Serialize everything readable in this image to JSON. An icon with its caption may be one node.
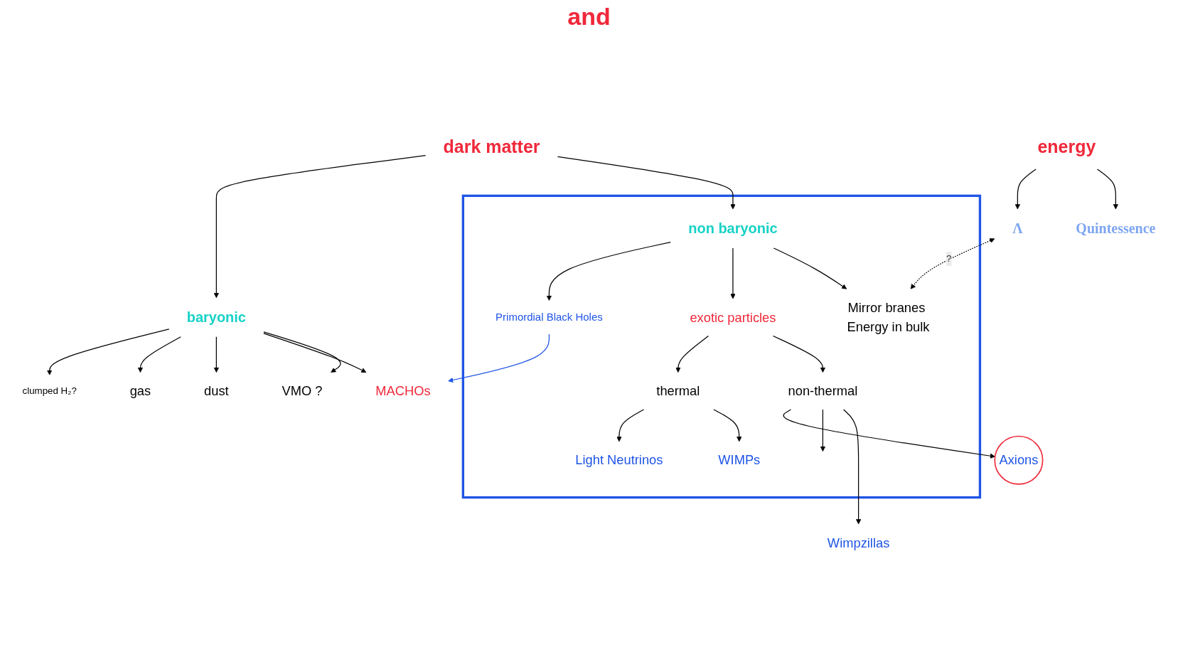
{
  "diagram": {
    "nodes": [
      {
        "text": [
          "dark matter"
        ]
      },
      {
        "text": [
          "energy"
        ]
      },
      {
        "text": [
          "baryonic"
        ]
      },
      {
        "text": [],
        "shape": "trapezoid"
      },
      {
        "text": [
          "non baryonic"
        ],
        "in": 3
      },
      {
        "text": [
          "Λ"
        ]
      },
      {
        "text": [
          "Quintessence"
        ]
      },
      {
        "text": [
          "clumped H₂?"
        ]
      },
      {
        "text": [
          "gas"
        ]
      },
      {
        "text": [
          "dust"
        ]
      },
      {
        "text": [
          "VMO ?"
        ]
      },
      {
        "text": [
          "MACHOs"
        ]
      },
      {
        "text": [
          "Primordial Black Holes"
        ],
        "in": 3
      },
      {
        "text": [
          "exotic particles"
        ],
        "in": 3
      },
      {
        "text": [
          "Mirror branes Energy in bulk"
        ],
        "in": 3
      },
      {
        "text": [
          "thermal"
        ],
        "in": 3
      },
      {
        "text": [
          "non-thermal"
        ],
        "in": 3
      },
      {
        "text": [
          "Light Neutrinos"
        ],
        "in": 3
      },
      {
        "text": [
          "WIMPs"
        ],
        "in": 3
      },
      {
        "text": [
          "Axions"
        ]
      },
      {
        "text": [
          "Wimpzillas"
        ]
      }
    ],
    "edges": [
      {
        "from": 0,
        "to": 2,
        "arrow": "to"
      },
      {
        "from": 0,
        "to": 4,
        "arrow": "to"
      },
      {
        "from": 1,
        "to": 5,
        "arrow": "to"
      },
      {
        "from": 1,
        "to": 6,
        "arrow": "to"
      },
      {
        "from": 2,
        "to": 7,
        "arrow": "to"
      },
      {
        "from": 2,
        "to": 8,
        "arrow": "to"
      },
      {
        "from": 2,
        "to": 9,
        "arrow": "to"
      },
      {
        "from": 2,
        "to": 11,
        "arrow": "to"
      },
      {
        "from": 2,
        "to": 10,
        "arrow": "to"
      },
      {
        "from": 12,
        "to": 11,
        "arrow": "to",
        "color": "#1f55e6"
      },
      {
        "from": 4,
        "to": 12,
        "arrow": "to"
      },
      {
        "from": 4,
        "to": 13,
        "arrow": "to"
      },
      {
        "from": 4,
        "to": 14,
        "arrow": "to"
      },
      {
        "from": 5,
        "to": 14,
        "arrow": "both",
        "style": "dashed",
        "label": "?"
      },
      {
        "from": 13,
        "to": 15,
        "arrow": "to"
      },
      {
        "from": 13,
        "to": 16,
        "arrow": "to"
      },
      {
        "from": 15,
        "to": 17,
        "arrow": "to"
      },
      {
        "from": 15,
        "to": 18,
        "arrow": "to"
      },
      {
        "from": 16,
        "to": 19,
        "arrow": "to"
      },
      {
        "from": 16,
        "to": null,
        "arrow": "to"
      },
      {
        "from": 16,
        "to": 20,
        "arrow": "to"
      }
    ],
    "labels": [
      "and"
    ]
  }
}
